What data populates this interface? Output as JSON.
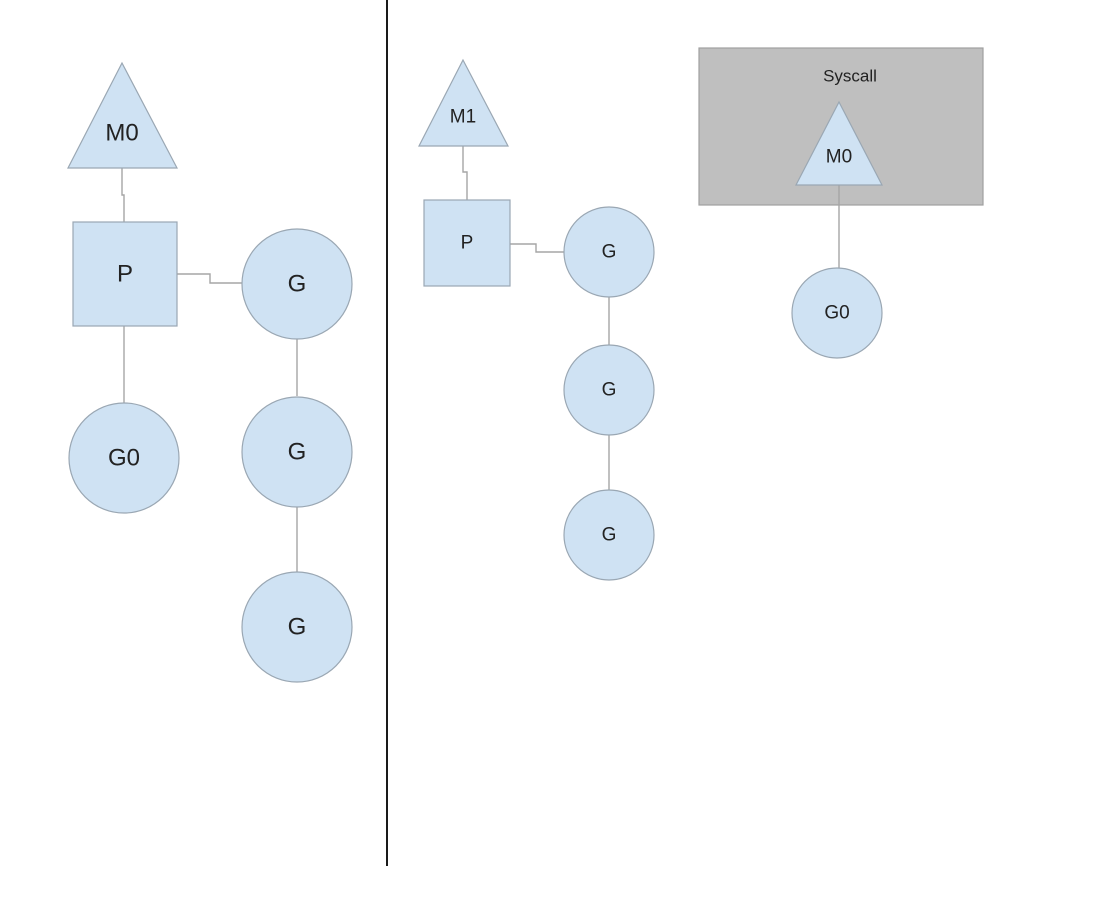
{
  "left_panel": {
    "machine_label": "M0",
    "processor_label": "P",
    "running_goroutine_label": "G0",
    "queue": [
      "G",
      "G",
      "G"
    ]
  },
  "right_panel": {
    "machine_label": "M1",
    "processor_label": "P",
    "queue": [
      "G",
      "G",
      "G"
    ],
    "syscall": {
      "title": "Syscall",
      "machine_label": "M0",
      "goroutine_label": "G0"
    }
  },
  "colors": {
    "node_fill": "#cfe2f3",
    "syscall_box_fill": "#bfbfbf",
    "connector": "#a6a6a6",
    "divider": "#1a1a1a"
  }
}
